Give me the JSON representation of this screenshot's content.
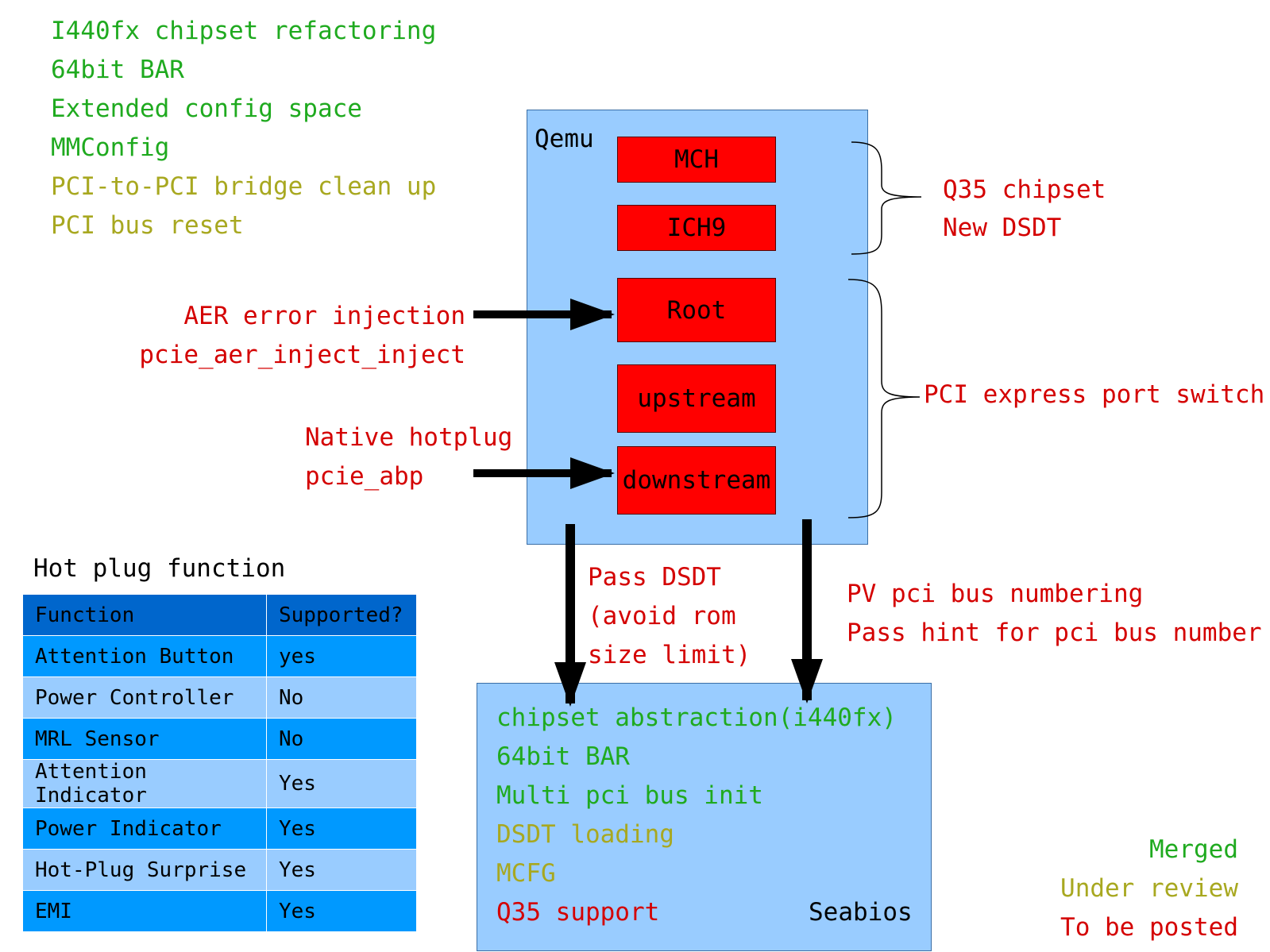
{
  "colors": {
    "merged": "#1faa1f",
    "under_review": "#a8a820",
    "to_be_posted": "#d40000",
    "box_fill": "#99ccff",
    "block_fill": "#ff0000",
    "table_header": "#0066cc",
    "table_dark_row": "#0099ff",
    "table_light_row": "#99ccff"
  },
  "top_list": [
    {
      "text": "I440fx chipset refactoring",
      "status": "merged"
    },
    {
      "text": "64bit BAR",
      "status": "merged"
    },
    {
      "text": "Extended config space",
      "status": "merged"
    },
    {
      "text": "MMConfig",
      "status": "merged"
    },
    {
      "text": "PCI-to-PCI bridge clean up",
      "status": "under_review"
    },
    {
      "text": "PCI bus reset",
      "status": "under_review"
    }
  ],
  "qemu": {
    "label": "Qemu",
    "blocks": [
      "MCH",
      "ICH9",
      "Root",
      "upstream",
      "downstream"
    ]
  },
  "braces": {
    "chipset": [
      "Q35 chipset",
      "New DSDT"
    ],
    "switch": "PCI express port switch"
  },
  "aer": {
    "line1": "AER error injection",
    "line2": "pcie_aer_inject_inject"
  },
  "hotplug": {
    "line1": "Native hotplug",
    "line2": "pcie_abp"
  },
  "pass_dsdt": [
    "Pass DSDT",
    "(avoid rom",
    "size limit)"
  ],
  "pv_pci": [
    "PV pci bus numbering",
    "Pass hint for pci bus number"
  ],
  "seabios": {
    "label": "Seabios",
    "items": [
      {
        "text": "chipset abstraction(i440fx)",
        "status": "merged"
      },
      {
        "text": "64bit BAR",
        "status": "merged"
      },
      {
        "text": "Multi pci bus init",
        "status": "merged"
      },
      {
        "text": "DSDT loading",
        "status": "under_review"
      },
      {
        "text": "MCFG",
        "status": "under_review"
      },
      {
        "text": "Q35 support",
        "status": "to_be_posted"
      }
    ]
  },
  "table": {
    "title": "Hot plug function",
    "headers": [
      "Function",
      "Supported?"
    ],
    "rows": [
      [
        "Attention Button",
        "yes"
      ],
      [
        "Power Controller",
        "No"
      ],
      [
        "MRL Sensor",
        "No"
      ],
      [
        "Attention Indicator",
        "Yes"
      ],
      [
        "Power Indicator",
        "Yes"
      ],
      [
        "Hot-Plug Surprise",
        "Yes"
      ],
      [
        "EMI",
        "Yes"
      ]
    ]
  },
  "legend": {
    "merged": "Merged",
    "under_review": "Under review",
    "to_be_posted": "To be posted"
  }
}
